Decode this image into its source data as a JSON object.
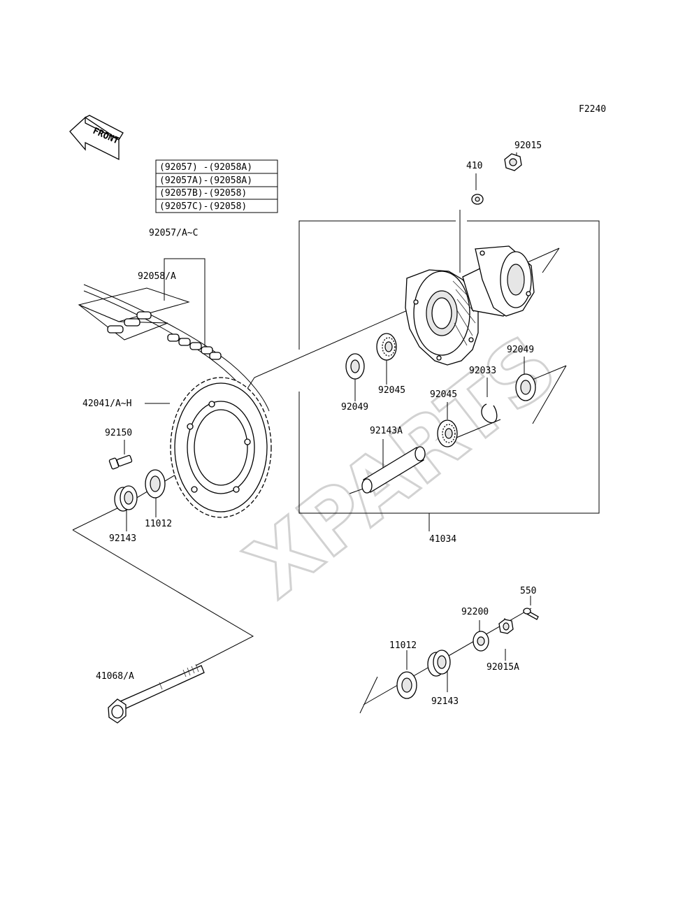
{
  "figure_code": "F2240",
  "front_label": "FRONT",
  "watermark": "XPARTS",
  "table_rows": [
    "(92057) -(92058A)",
    "(92057A)-(92058A)",
    "(92057B)-(92058)",
    "(92057C)-(92058)"
  ],
  "labels": {
    "p92057": "92057/A~C",
    "p92058": "92058/A",
    "p42041": "42041/A~H",
    "p92150": "92150",
    "p92143_left": "92143",
    "p11012_left": "11012",
    "p41068": "41068/A",
    "p410": "410",
    "p92015": "92015",
    "p92049_left": "92049",
    "p92045_upper": "92045",
    "p92045_lower": "92045",
    "p92033": "92033",
    "p92049_right": "92049",
    "p92143A": "92143A",
    "p41034": "41034",
    "p550": "550",
    "p92200": "92200",
    "p11012_right": "11012",
    "p92143_right": "92143",
    "p92015A": "92015A"
  }
}
